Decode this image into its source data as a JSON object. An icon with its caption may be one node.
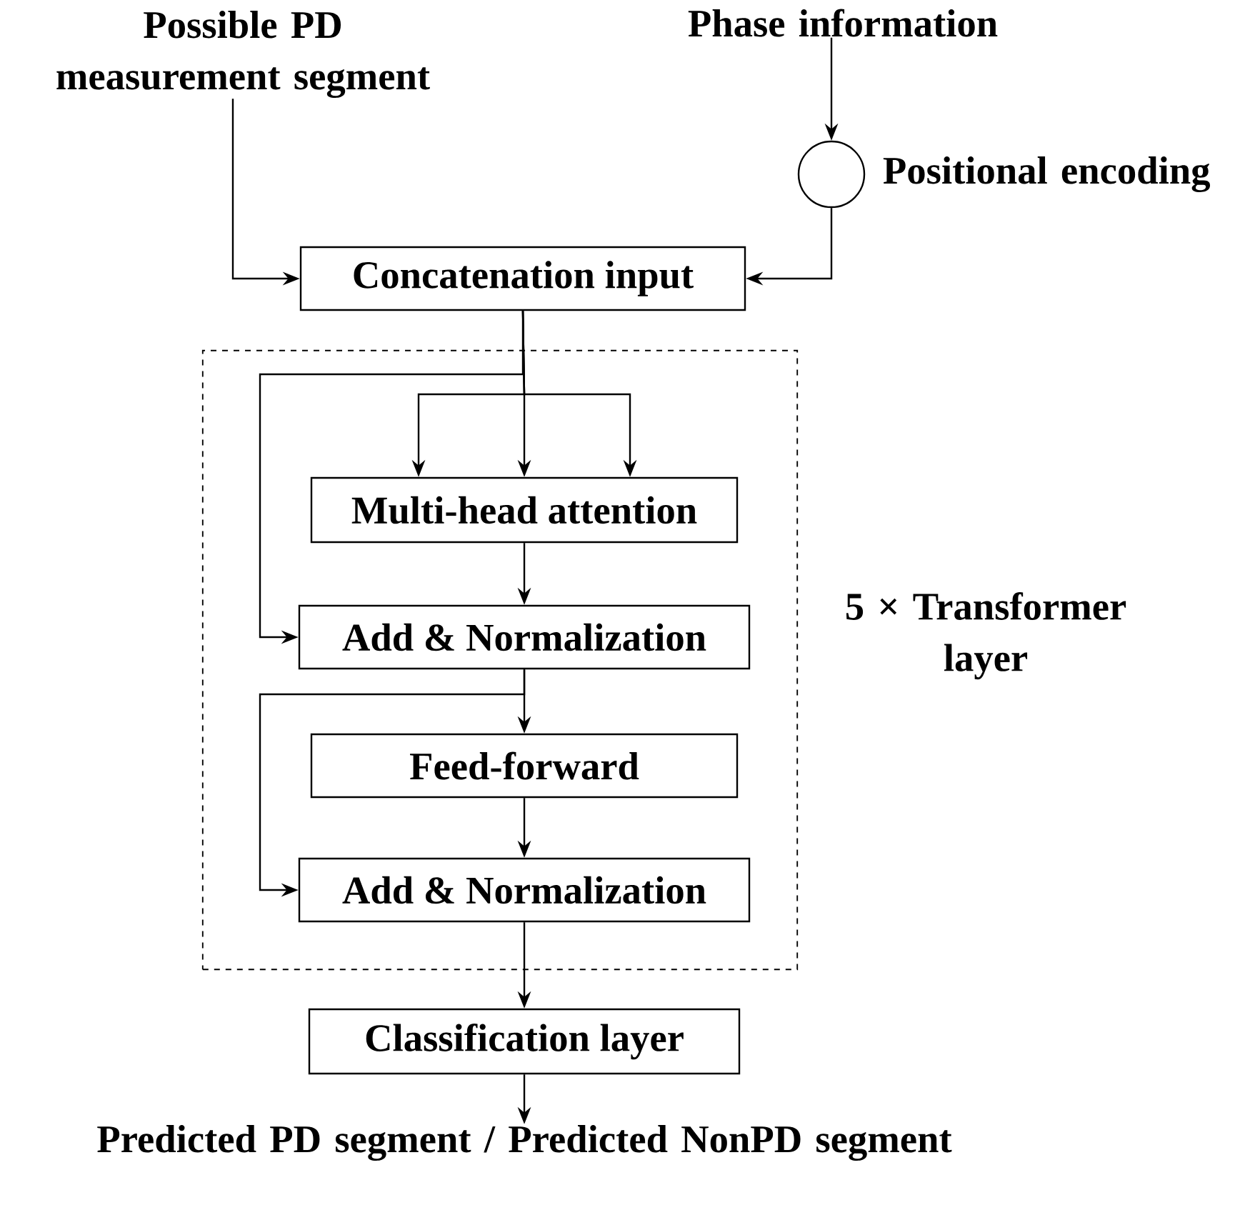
{
  "diagram": {
    "nodes": [
      {
        "text": [
          "Possible PD measurement segment"
        ]
      },
      {
        "text": [
          "Phase information"
        ]
      },
      {
        "text": [],
        "shape": "circle",
        "beside": [
          "Positional encoding"
        ]
      },
      {
        "text": [
          "Concatenation input"
        ]
      },
      {
        "text": [],
        "shape": "box",
        "beside": [
          "5 × Transformer layer"
        ]
      },
      {
        "text": [
          "Multi-head attention"
        ],
        "in": 4
      },
      {
        "text": [
          "Add & Normalization"
        ],
        "in": 4
      },
      {
        "text": [
          "Feed-forward"
        ],
        "in": 4
      },
      {
        "text": [
          "Add & Normalization"
        ],
        "in": 4
      },
      {
        "text": [
          "Classification layer"
        ]
      },
      {
        "text": [
          "Predicted PD segment / Predicted NonPD segment"
        ]
      }
    ],
    "edges": [
      {
        "from": 0,
        "to": 3,
        "arrow": "to"
      },
      {
        "from": 1,
        "to": 2,
        "arrow": "to"
      },
      {
        "from": 2,
        "to": 3,
        "arrow": "to"
      },
      {
        "from": 3,
        "to": 5,
        "arrow": "to"
      },
      {
        "from": 3,
        "to": 5,
        "arrow": "to"
      },
      {
        "from": 3,
        "to": 5,
        "arrow": "to"
      },
      {
        "from": 3,
        "to": 6,
        "arrow": "to"
      },
      {
        "from": 5,
        "to": 6,
        "arrow": "to"
      },
      {
        "from": 6,
        "to": 7,
        "arrow": "to"
      },
      {
        "from": 6,
        "to": 8,
        "arrow": "to"
      },
      {
        "from": 7,
        "to": 8,
        "arrow": "to"
      },
      {
        "from": 8,
        "to": 9,
        "arrow": "to"
      },
      {
        "from": 9,
        "to": 10,
        "arrow": "to"
      }
    ]
  }
}
